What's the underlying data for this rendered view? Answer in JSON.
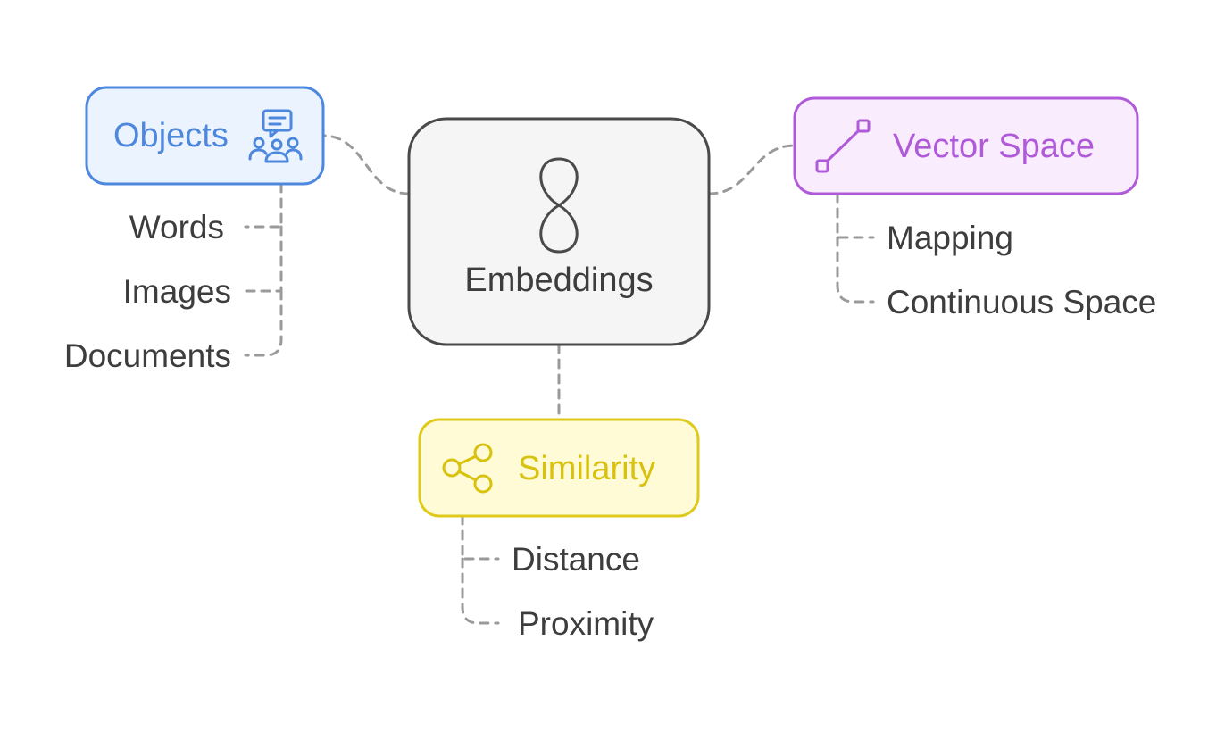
{
  "center": {
    "label": "Embeddings",
    "icon": "infinity-icon",
    "fill": "#f5f5f5",
    "stroke": "#4a4a4a"
  },
  "branches": {
    "objects": {
      "label": "Objects",
      "icon": "users-chat-icon",
      "fill": "#ebf3fe",
      "stroke": "#4d88de",
      "text_color": "#4d88de",
      "items": [
        "Words",
        "Images",
        "Documents"
      ]
    },
    "vector_space": {
      "label": "Vector Space",
      "icon": "line-segment-icon",
      "fill": "#f8ecfd",
      "stroke": "#b05ad9",
      "text_color": "#b05ad9",
      "items": [
        "Mapping",
        "Continuous Space"
      ]
    },
    "similarity": {
      "label": "Similarity",
      "icon": "share-nodes-icon",
      "fill": "#fefbd6",
      "stroke": "#dfca1c",
      "text_color": "#d8c20f",
      "items": [
        "Distance",
        "Proximity"
      ]
    }
  },
  "connector_color": "#9a9a9a",
  "leaf_text_color": "#3d3d3d"
}
